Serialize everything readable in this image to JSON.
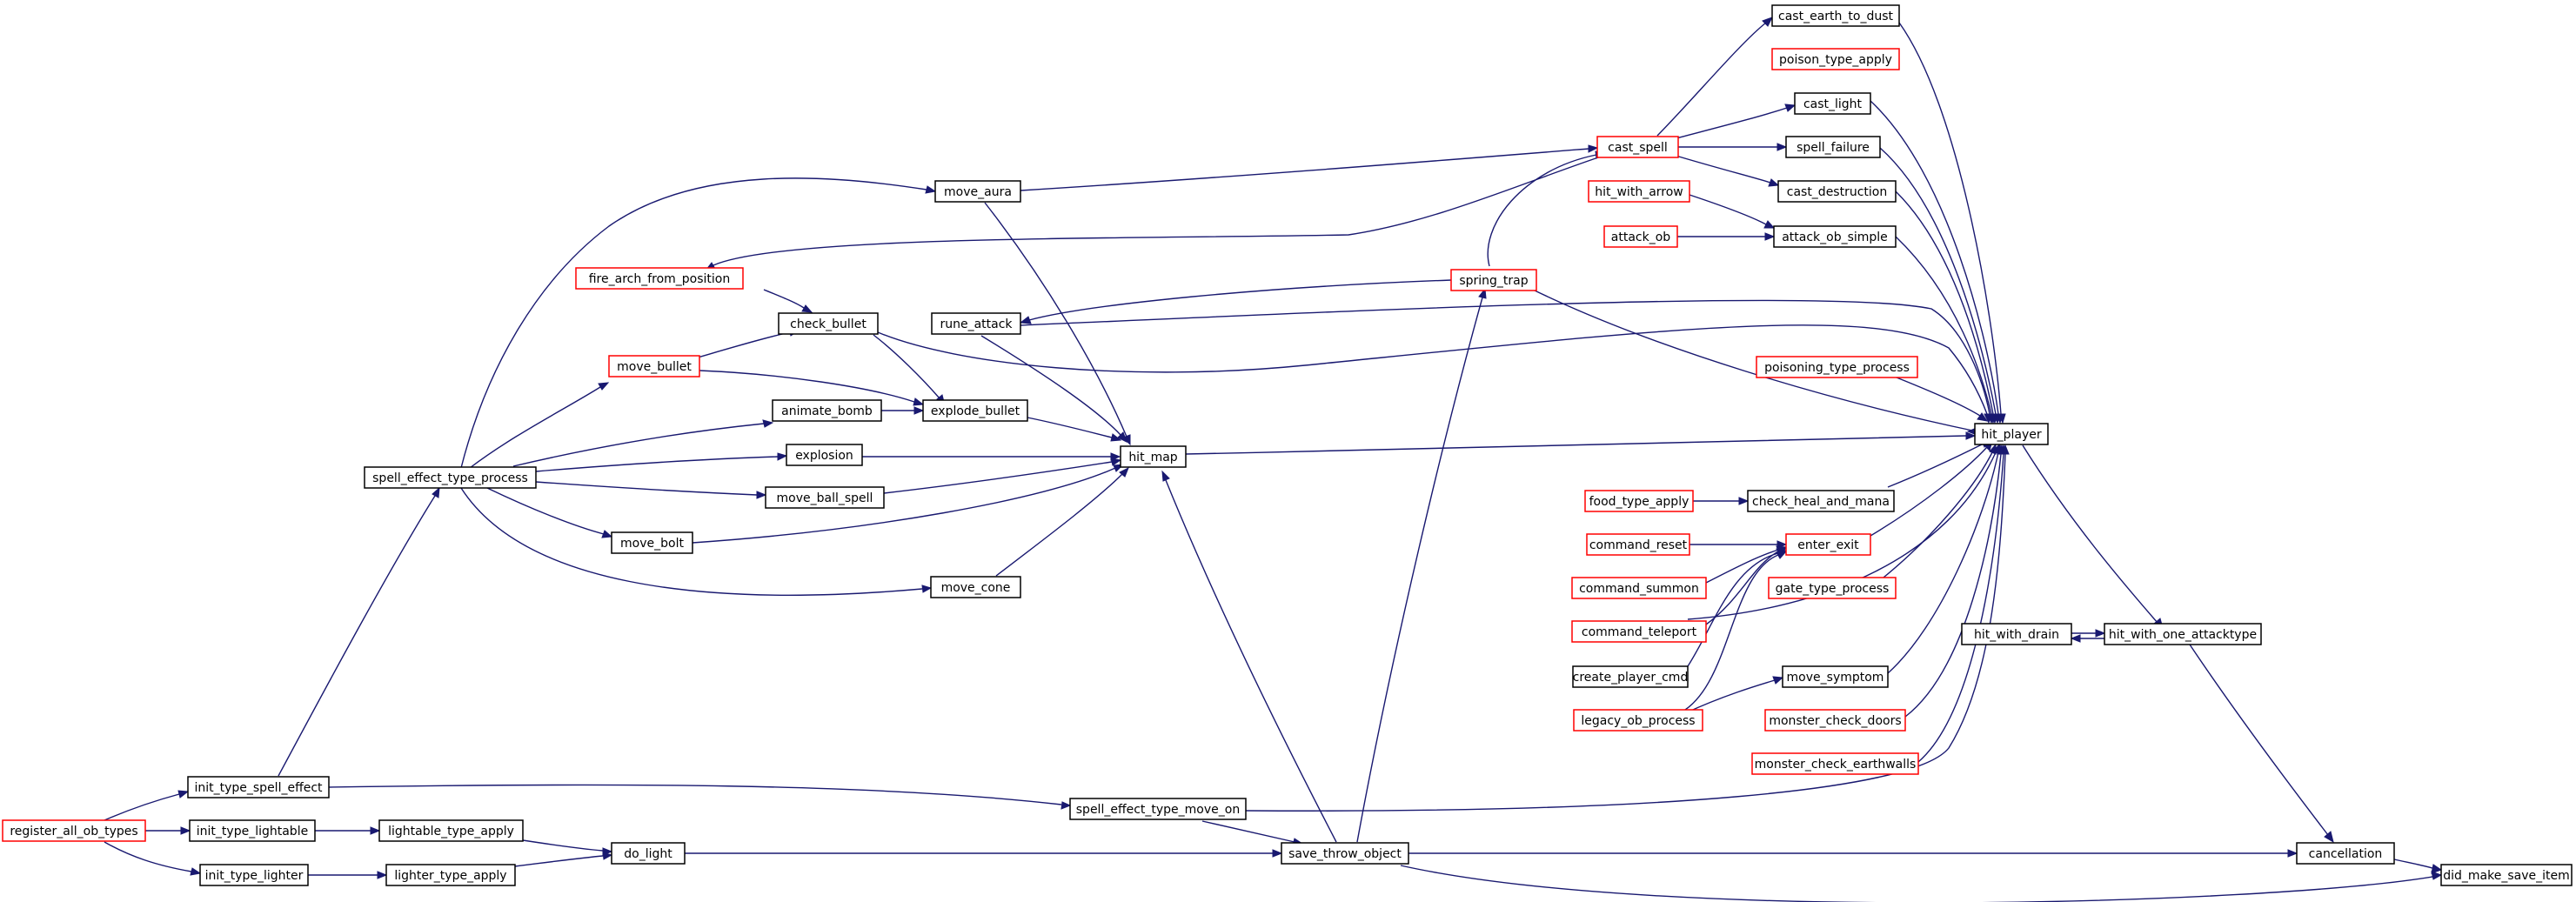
{
  "colors": {
    "edge": "#191970",
    "border_documented": "#000000",
    "border_undocumented": "#ff0000",
    "highlight_fill": "#bfbfbf"
  },
  "nodes": {
    "did_make_save_item": {
      "label": "did_make_save_item",
      "style": "highlight"
    },
    "cancellation": {
      "label": "cancellation",
      "style": "black"
    },
    "save_throw_object": {
      "label": "save_throw_object",
      "style": "black"
    },
    "hit_with_one_attacktype": {
      "label": "hit_with_one_attacktype",
      "style": "black"
    },
    "hit_with_drain": {
      "label": "hit_with_drain",
      "style": "black"
    },
    "hit_player": {
      "label": "hit_player",
      "style": "black"
    },
    "cast_earth_to_dust": {
      "label": "cast_earth_to_dust",
      "style": "black"
    },
    "poison_type_apply": {
      "label": "poison_type_apply",
      "style": "red"
    },
    "cast_light": {
      "label": "cast_light",
      "style": "black"
    },
    "spell_failure": {
      "label": "spell_failure",
      "style": "black"
    },
    "cast_destruction": {
      "label": "cast_destruction",
      "style": "black"
    },
    "attack_ob_simple": {
      "label": "attack_ob_simple",
      "style": "black"
    },
    "cast_spell": {
      "label": "cast_spell",
      "style": "red"
    },
    "hit_with_arrow": {
      "label": "hit_with_arrow",
      "style": "red"
    },
    "attack_ob": {
      "label": "attack_ob",
      "style": "red"
    },
    "spring_trap": {
      "label": "spring_trap",
      "style": "red"
    },
    "poisoning_type_process": {
      "label": "poisoning_type_process",
      "style": "red"
    },
    "check_heal_and_mana": {
      "label": "check_heal_and_mana",
      "style": "black"
    },
    "food_type_apply": {
      "label": "food_type_apply",
      "style": "red"
    },
    "enter_exit": {
      "label": "enter_exit",
      "style": "red"
    },
    "command_reset": {
      "label": "command_reset",
      "style": "red"
    },
    "command_summon": {
      "label": "command_summon",
      "style": "red"
    },
    "command_teleport": {
      "label": "command_teleport",
      "style": "red"
    },
    "create_player_cmd": {
      "label": "create_player_cmd",
      "style": "black"
    },
    "gate_type_process": {
      "label": "gate_type_process",
      "style": "red"
    },
    "move_symptom": {
      "label": "move_symptom",
      "style": "black"
    },
    "legacy_ob_process": {
      "label": "legacy_ob_process",
      "style": "red"
    },
    "monster_check_doors": {
      "label": "monster_check_doors",
      "style": "red"
    },
    "monster_check_earthwalls": {
      "label": "monster_check_earthwalls",
      "style": "red"
    },
    "hit_map": {
      "label": "hit_map",
      "style": "black"
    },
    "move_aura": {
      "label": "move_aura",
      "style": "black"
    },
    "rune_attack": {
      "label": "rune_attack",
      "style": "black"
    },
    "fire_arch_from_position": {
      "label": "fire_arch_from_position",
      "style": "red"
    },
    "check_bullet": {
      "label": "check_bullet",
      "style": "black"
    },
    "move_bullet": {
      "label": "move_bullet",
      "style": "red"
    },
    "animate_bomb": {
      "label": "animate_bomb",
      "style": "black"
    },
    "explode_bullet": {
      "label": "explode_bullet",
      "style": "black"
    },
    "explosion": {
      "label": "explosion",
      "style": "black"
    },
    "move_ball_spell": {
      "label": "move_ball_spell",
      "style": "black"
    },
    "move_bolt": {
      "label": "move_bolt",
      "style": "black"
    },
    "move_cone": {
      "label": "move_cone",
      "style": "black"
    },
    "spell_effect_type_process": {
      "label": "spell_effect_type_process",
      "style": "black"
    },
    "spell_effect_type_move_on": {
      "label": "spell_effect_type_move_on",
      "style": "black"
    },
    "init_type_spell_effect": {
      "label": "init_type_spell_effect",
      "style": "black"
    },
    "init_type_lightable": {
      "label": "init_type_lightable",
      "style": "black"
    },
    "init_type_lighter": {
      "label": "init_type_lighter",
      "style": "black"
    },
    "register_all_ob_types": {
      "label": "register_all_ob_types",
      "style": "red"
    },
    "lightable_type_apply": {
      "label": "lightable_type_apply",
      "style": "black"
    },
    "lighter_type_apply": {
      "label": "lighter_type_apply",
      "style": "black"
    },
    "do_light": {
      "label": "do_light",
      "style": "black"
    }
  }
}
